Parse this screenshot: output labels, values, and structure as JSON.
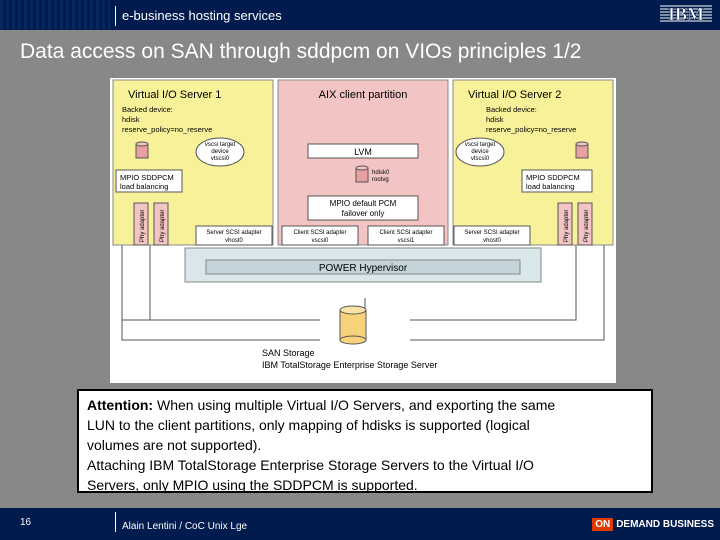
{
  "header": {
    "label": "e-business hosting services",
    "logo": "IBM"
  },
  "title": "Data access on SAN through sddpcm on VIOs principles 1/2",
  "diagram": {
    "vios1": {
      "title": "Virtual I/O Server 1",
      "backed_line1": "Backed device:",
      "backed_line2": "hdisk",
      "backed_line3": "reserve_policy=no_reserve",
      "vscsi_line1": "vscsi target",
      "vscsi_line2": "device",
      "vscsi_line3": "vtscsi0",
      "mpio_line1": "MPIO SDDPCM",
      "mpio_line2": "load balancing",
      "phy1": "Phy adapter",
      "phy2": "Phy adapter",
      "server_scsi_line1": "Server SCSI adapter",
      "server_scsi_line2": "vhost0"
    },
    "aix": {
      "title": "AIX client partition",
      "lvm": "LVM",
      "hdisk_line1": "hdisk0",
      "hdisk_line2": "rootvg",
      "mpio_line1": "MPIO default PCM",
      "mpio_line2": "failover only",
      "client1_line1": "Client SCSI adapter",
      "client1_line2": "vscsi0",
      "client2_line1": "Client SCSI adapter",
      "client2_line2": "vscsi1"
    },
    "vios2": {
      "title": "Virtual I/O Server 2",
      "backed_line1": "Backed device:",
      "backed_line2": "hdisk",
      "backed_line3": "reserve_policy=no_reserve",
      "vscsi_line1": "vscsi target",
      "vscsi_line2": "device",
      "vscsi_line3": "vtscsi0",
      "mpio_line1": "MPIO SDDPCM",
      "mpio_line2": "load balancing",
      "phy1": "Phy adapter",
      "phy2": "Phy adapter",
      "server_scsi_line1": "Server SCSI adapter",
      "server_scsi_line2": "vhost0"
    },
    "hypervisor": "POWER Hypervisor",
    "san_line1": "SAN Storage",
    "san_line2": "IBM TotalStorage Enterprise Storage Server"
  },
  "attention": {
    "bold": "Attention:",
    "line1": " When using multiple Virtual I/O Servers, and exporting the same",
    "line2": "LUN to the client partitions, only mapping of hdisks is supported (logical",
    "line3": "volumes are not supported).",
    "line4": "Attaching IBM TotalStorage Enterprise Storage Servers to the Virtual I/O",
    "line5": "Servers, only MPIO using the SDDPCM is supported."
  },
  "footer": {
    "page_number": "16",
    "author": "Alain Lentini / CoC Unix Lge",
    "on_badge": "ON",
    "brand": "DEMAND BUSINESS"
  },
  "colors": {
    "navy": "#001b4d",
    "slide_bg": "#888888",
    "yellow": "#f7f29a",
    "pink": "#f2c4c4",
    "accent": "#e03a00"
  }
}
